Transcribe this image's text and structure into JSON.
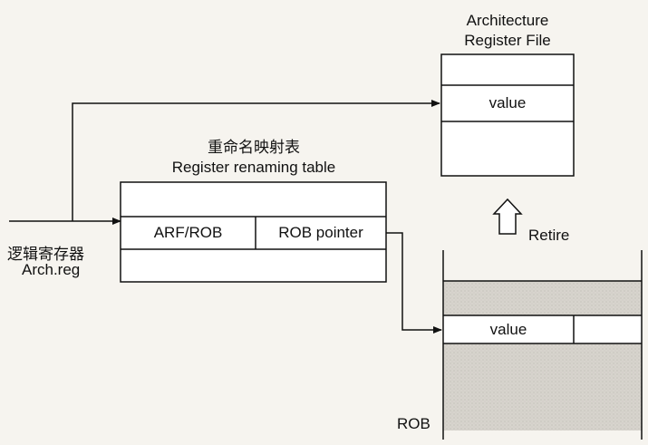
{
  "arf": {
    "title_line1": "Architecture",
    "title_line2": "Register File",
    "value_label": "value"
  },
  "rename_table": {
    "title_cn": "重命名映射表",
    "title_en": "Register renaming table",
    "col1": "ARF/ROB",
    "col2": "ROB pointer"
  },
  "arch_reg": {
    "label_cn": "逻辑寄存器",
    "label_en": "Arch.reg"
  },
  "rob": {
    "label": "ROB",
    "value_label": "value"
  },
  "retire": {
    "label": "Retire"
  },
  "colors": {
    "background": "#f6f4ef",
    "line": "#111111",
    "shade": "#d4d1cb",
    "box_fill": "#ffffff"
  }
}
